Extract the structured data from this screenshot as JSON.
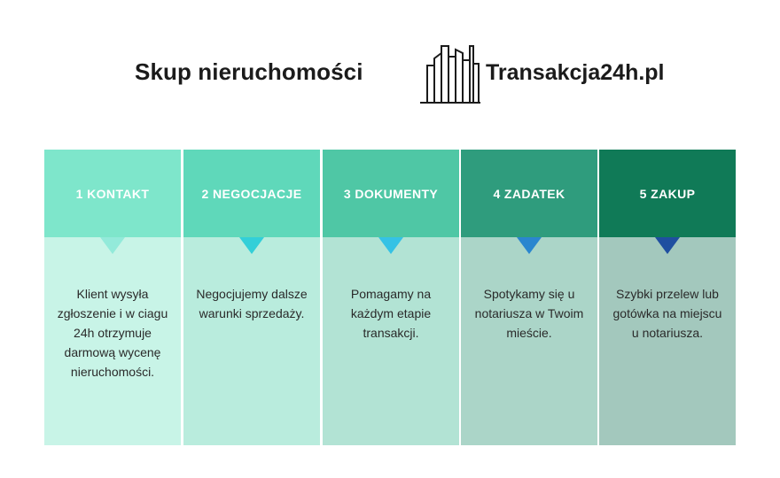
{
  "header": {
    "title": "Skup nieruchomości",
    "logo_text": "Transakcja24h.pl",
    "logo_icon": "city-skyline-icon"
  },
  "colors": {
    "text": "#1b1b1b",
    "head": [
      "#7ee6cb",
      "#5fd8ba",
      "#4fc7a5",
      "#2f9c7d",
      "#107a57"
    ],
    "body": [
      "#c8f4e7",
      "#b9ecdd",
      "#b2e3d4",
      "#abd5c8",
      "#a3c8bd"
    ],
    "arrow": [
      "#93eada",
      "#33cfd8",
      "#35c2e5",
      "#2a86cf",
      "#1f4fa0"
    ]
  },
  "steps": [
    {
      "label": "1 KONTAKT",
      "description": "Klient wysyła zgłoszenie i w ciagu 24h otrzymuje darmową wycenę nieruchomości."
    },
    {
      "label": "2 NEGOCJACJE",
      "description": "Negocjujemy dalsze warunki sprzedaży."
    },
    {
      "label": "3 DOKUMENTY",
      "description": "Pomagamy na każdym etapie transakcji."
    },
    {
      "label": "4 ZADATEK",
      "description": "Spotykamy się u notariusza w Twoim mieście."
    },
    {
      "label": "5 ZAKUP",
      "description": "Szybki przelew lub gotówka na miejscu u notariusza."
    }
  ]
}
